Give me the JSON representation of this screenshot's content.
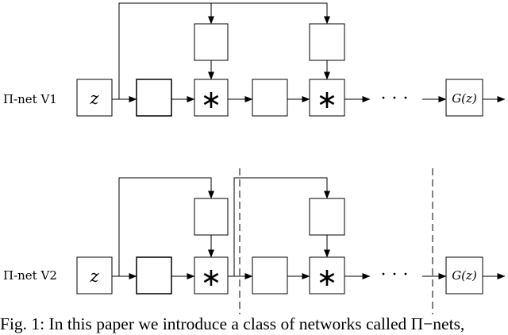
{
  "diagram": {
    "rows": [
      {
        "label": "Π-net V1",
        "input": "z",
        "operator": "∗",
        "ellipsis": "· · ·",
        "output": "G(z)"
      },
      {
        "label": "Π-net V2",
        "input": "z",
        "operator": "∗",
        "ellipsis": "· · ·",
        "output": "G(z)"
      }
    ]
  },
  "caption": {
    "text": "Fig. 1: In this paper we introduce a class of networks called Π−nets,"
  }
}
